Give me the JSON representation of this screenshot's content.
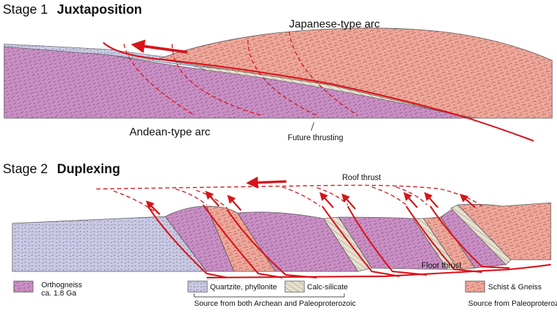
{
  "stage1": {
    "prefix": "Stage 1",
    "name": "Juxtaposition",
    "labels": {
      "japanese_arc": "Japanese-type arc",
      "andean_arc": "Andean-type arc",
      "future_thrusting": "Future thrusting"
    }
  },
  "stage2": {
    "prefix": "Stage 2",
    "name": "Duplexing",
    "labels": {
      "roof_thrust": "Roof thrust",
      "floor_thrust": "Floor thrust"
    }
  },
  "legend": {
    "orthogneiss": {
      "line1": "Orthogneiss",
      "line2": "ca. 1.8 Ga",
      "color": "#c98fc4"
    },
    "quartzite": {
      "label": "Quartzite, phyllonite",
      "color": "#c9c9e6"
    },
    "calc_silicate": {
      "label": "Calc-silicate",
      "color": "#e8e0cf"
    },
    "schist_gneiss": {
      "label": "Schist & Gneiss",
      "color": "#eea79a"
    },
    "source_both": "Source from both Archean and Paleoproterozoic",
    "source_paleo": "Source from Paleoproterozoic"
  },
  "colors": {
    "thrust": "#d8141a",
    "orthogneiss": "#c98fc4",
    "quartzite": "#c9c9e6",
    "calc_silicate": "#e8e0cf",
    "schist": "#eea79a"
  }
}
